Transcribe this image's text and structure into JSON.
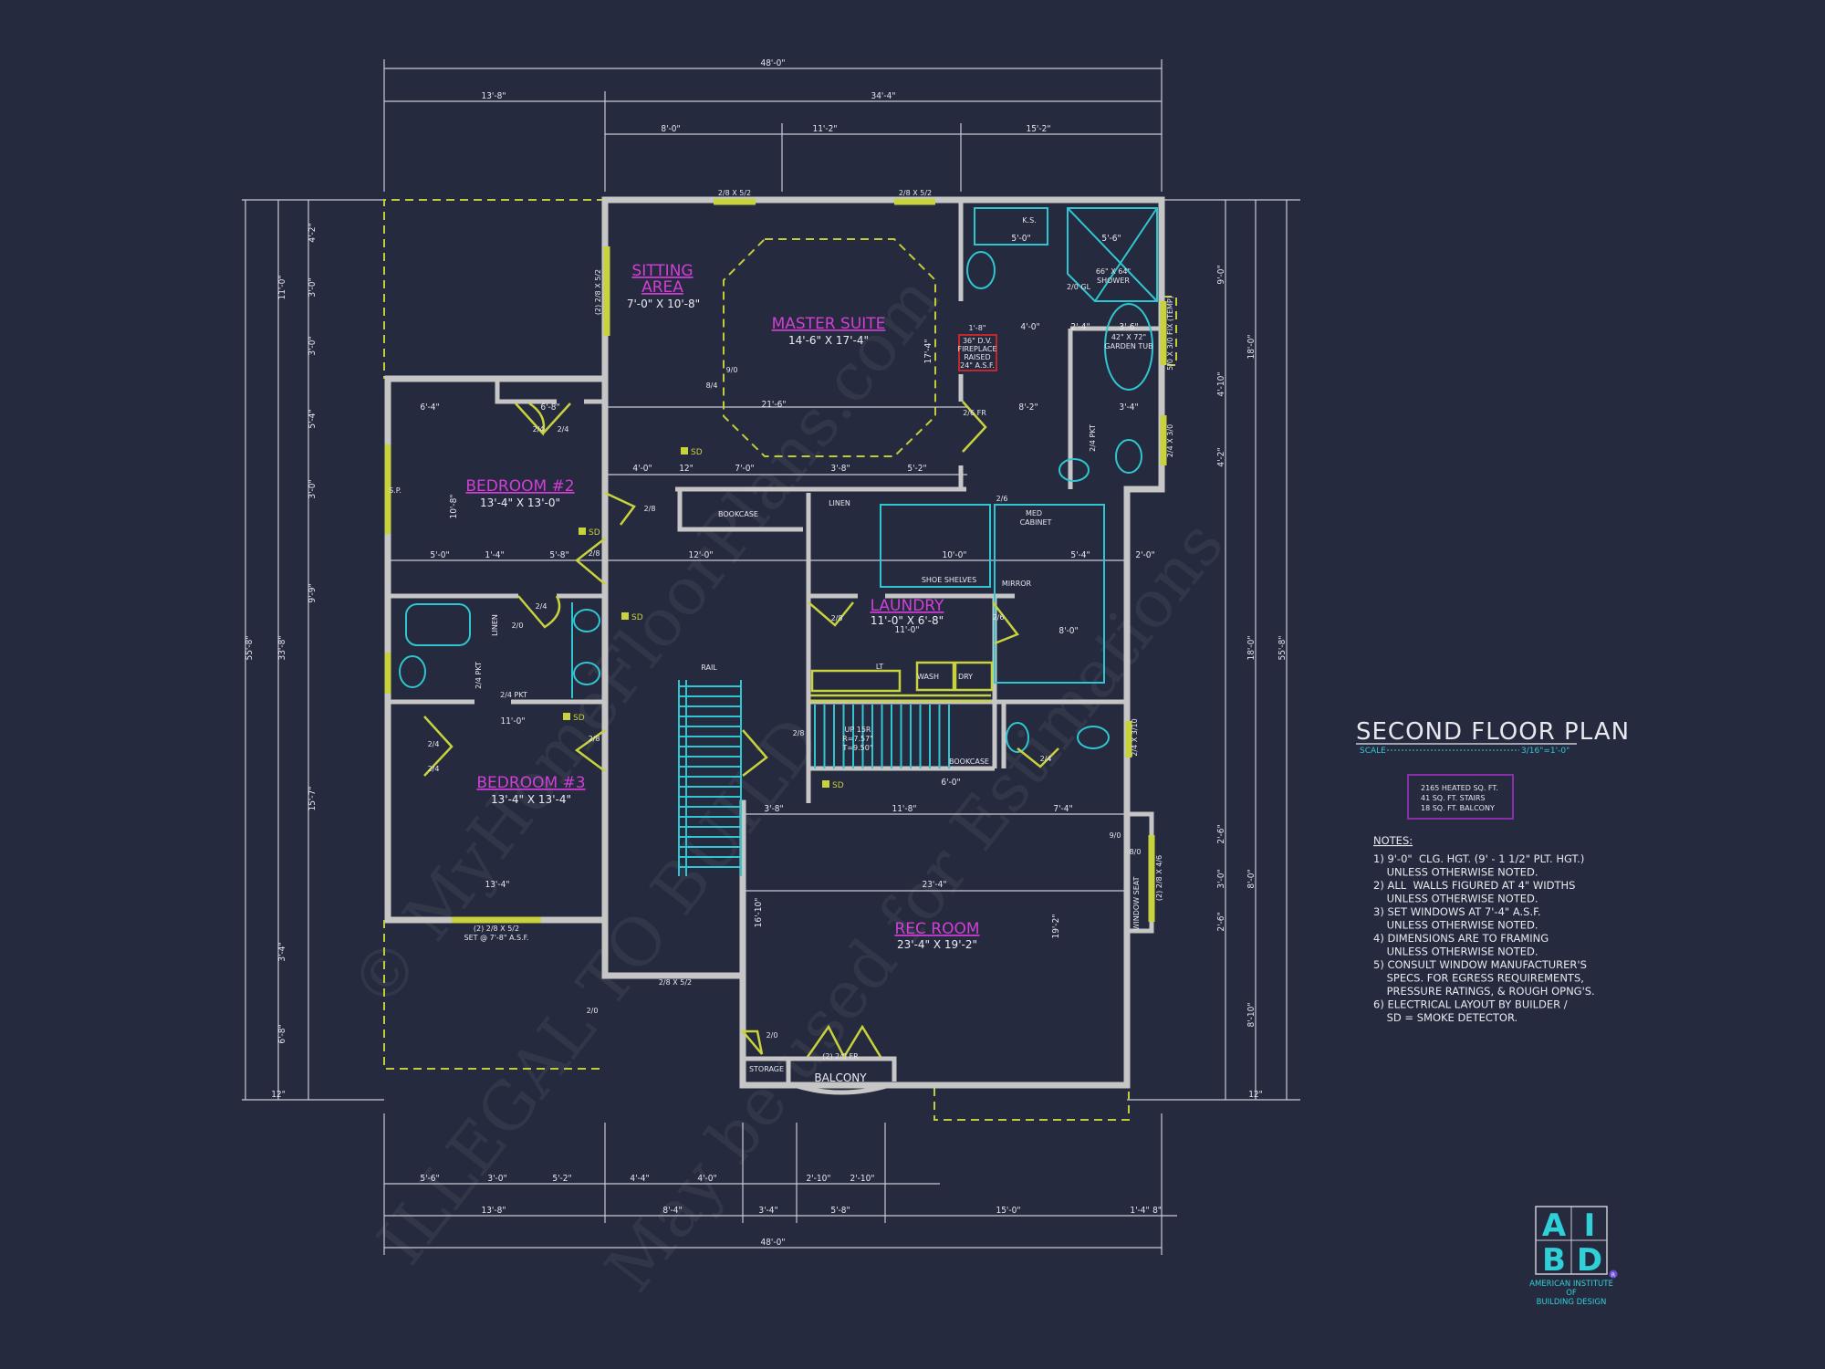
{
  "title": "SECOND FLOOR PLAN",
  "scale_label": "SCALE",
  "scale_value": "3/16\"=1'-0\"",
  "area_box": [
    "2165 HEATED SQ. FT.",
    "41 SQ. FT. STAIRS",
    "18 SQ. FT. BALCONY"
  ],
  "notes_heading": "NOTES:",
  "notes": [
    "1) 9'-0\"  CLG. HGT. (9' - 1 1/2\" PLT. HGT.)",
    "    UNLESS OTHERWISE NOTED.",
    "2) ALL  WALLS FIGURED AT 4\" WIDTHS",
    "    UNLESS OTHERWISE NOTED.",
    "3) SET WINDOWS AT 7'-4\" A.S.F.",
    "    UNLESS OTHERWISE NOTED.",
    "4) DIMENSIONS ARE TO FRAMING",
    "    UNLESS OTHERWISE NOTED.",
    "5) CONSULT WINDOW MANUFACTURER'S",
    "    SPECS. FOR EGRESS REQUIREMENTS,",
    "    PRESSURE RATINGS, & ROUGH OPNG'S.",
    "6) ELECTRICAL LAYOUT BY BUILDER /",
    "    SD = SMOKE DETECTOR."
  ],
  "logo": {
    "letters": [
      "A",
      "I",
      "B",
      "D"
    ],
    "registered": "R",
    "org": [
      "AMERICAN INSTITUTE",
      "OF",
      "BUILDING DESIGN"
    ]
  },
  "watermark": [
    "© MyHomeFloorPlans.com",
    "ILLEGAL TO BUILD",
    "May be used for Estimations"
  ],
  "rooms": [
    {
      "name": "SITTING",
      "name2": "AREA",
      "size": "7'-0\" X 10'-8\""
    },
    {
      "name": "MASTER SUITE",
      "size": "14'-6\" X 17'-4\""
    },
    {
      "name": "BEDROOM #2",
      "size": "13'-4\" X 13'-0\""
    },
    {
      "name": "BEDROOM #3",
      "size": "13'-4\" X 13'-4\""
    },
    {
      "name": "LAUNDRY",
      "size": "11'-0\" X 6'-8\""
    },
    {
      "name": "REC ROOM",
      "size": "23'-4\" X 19'-2\""
    }
  ],
  "dims": {
    "top": [
      "48'-0\"",
      "13'-8\"",
      "34'-4\"",
      "8'-0\"",
      "11'-2\"",
      "15'-2\""
    ],
    "bottom": [
      "5'-6\"",
      "3'-0\"",
      "5'-2\"",
      "4'-4\"",
      "4'-0\"",
      "2'-10\"",
      "2'-10\"",
      "13'-8\"",
      "8'-4\"",
      "3'-4\"",
      "5'-8\"",
      "15'-0\"",
      "1'-4\"",
      "8\"",
      "48'-0\""
    ],
    "left": [
      "4'-2\"",
      "3'-0\"",
      "3'-0\"",
      "5'-4\"",
      "3'-0\"",
      "9'-9\"",
      "15'-7\"",
      "3'-4\"",
      "6'-8\"",
      "12\"",
      "11'-0\"",
      "33'-8\"",
      "55'-8\""
    ],
    "right": [
      "9'-0\"",
      "4'-10\"",
      "4'-2\"",
      "2'-0\"",
      "18'-0\"",
      "18'-0\"",
      "8'-0\"",
      "8'-10\"",
      "55'-8\"",
      "2'-6\"",
      "3'-0\"",
      "2'-6\"",
      "12\""
    ],
    "interior": [
      "21'-6\"",
      "17'-4\"",
      "4'-0\"",
      "12\"",
      "7'-0\"",
      "3'-8\"",
      "5'-2\"",
      "23'-4\"",
      "11'-8\"",
      "3'-8\"",
      "7'-4\"",
      "6'-0\"",
      "13'-4\"",
      "11'-0\"",
      "12'-0\"",
      "6'-4\"",
      "6'-8\"",
      "5'-0\"",
      "1'-4\"",
      "5'-8\"",
      "10'-0\"",
      "5'-4\"",
      "8'-0\"",
      "4'-0\"",
      "2'-4\"",
      "3'-6\"",
      "8'-2\"",
      "3'-4\"",
      "5'-0\"",
      "5'-6\"",
      "11'-0\"",
      "19'-2\"",
      "16'-10\"",
      "10'-8\""
    ]
  },
  "labels": {
    "bookcase1": "BOOKCASE",
    "linen1": "LINEN",
    "linen2": "LINEN",
    "shoe": "SHOE SHELVES",
    "mirror": "MIRROR",
    "med1": "MED",
    "med2": "CABINET",
    "wash": "WASH",
    "dry": "DRY",
    "lt": "LT",
    "bookcase2": "BOOKCASE",
    "ks": "K.S.",
    "shower1": "66\" X 64\"",
    "shower2": "SHOWER",
    "tub1": "42\" X 72\"",
    "tub2": "GARDEN TUB",
    "fp": [
      "1'-8\"",
      "36\" D.V.",
      "FIREPLACE",
      "RAISED",
      "24\" A.S.F."
    ],
    "rail": "RAIL",
    "stair": [
      "UP 15R",
      "R=7.57\"",
      "T=9.50\""
    ],
    "storage": "STORAGE",
    "balcony": "BALCONY",
    "balc_door": "(2) 2/0 FR",
    "window_seat": "WINDOW SEAT",
    "sp": "S.P.",
    "gl": "2/0 GL",
    "fr": "2/6 FR"
  },
  "windows": [
    "2/8 X 5/2",
    "2/8 X 5/2",
    "2/8 X 5/2",
    "(2) 2/8 X 5/2",
    "(2) 2/8 X 5/2",
    "SET @ 7'-8\" A.S.F.",
    "5/0 X 3/0 FIX (TEMP)",
    "2/4 X 3/0",
    "(2) 2/8 X 4/6",
    "2/4 X 3/10",
    "9/0",
    "8/4",
    "9/0",
    "8/0"
  ],
  "doors": [
    "2/4",
    "2/4",
    "2/8",
    "2/4",
    "2/0",
    "2/4",
    "2/4",
    "2/8",
    "2/8",
    "2/0",
    "2/8",
    "2/8",
    "2/6",
    "2/6",
    "2/4",
    "2/0",
    "2/4 PKT",
    "2/4 PKT",
    "2/4 PKT"
  ],
  "sd_label": "SD",
  "colors": {
    "background": "#262a3e",
    "wall": "#c6c6c6",
    "room_name": "#d13fd6",
    "fixture": "#2fc6d2",
    "window_door": "#c7d23c",
    "fireplace": "#c0282c",
    "area_box": "#8a2fa8"
  }
}
